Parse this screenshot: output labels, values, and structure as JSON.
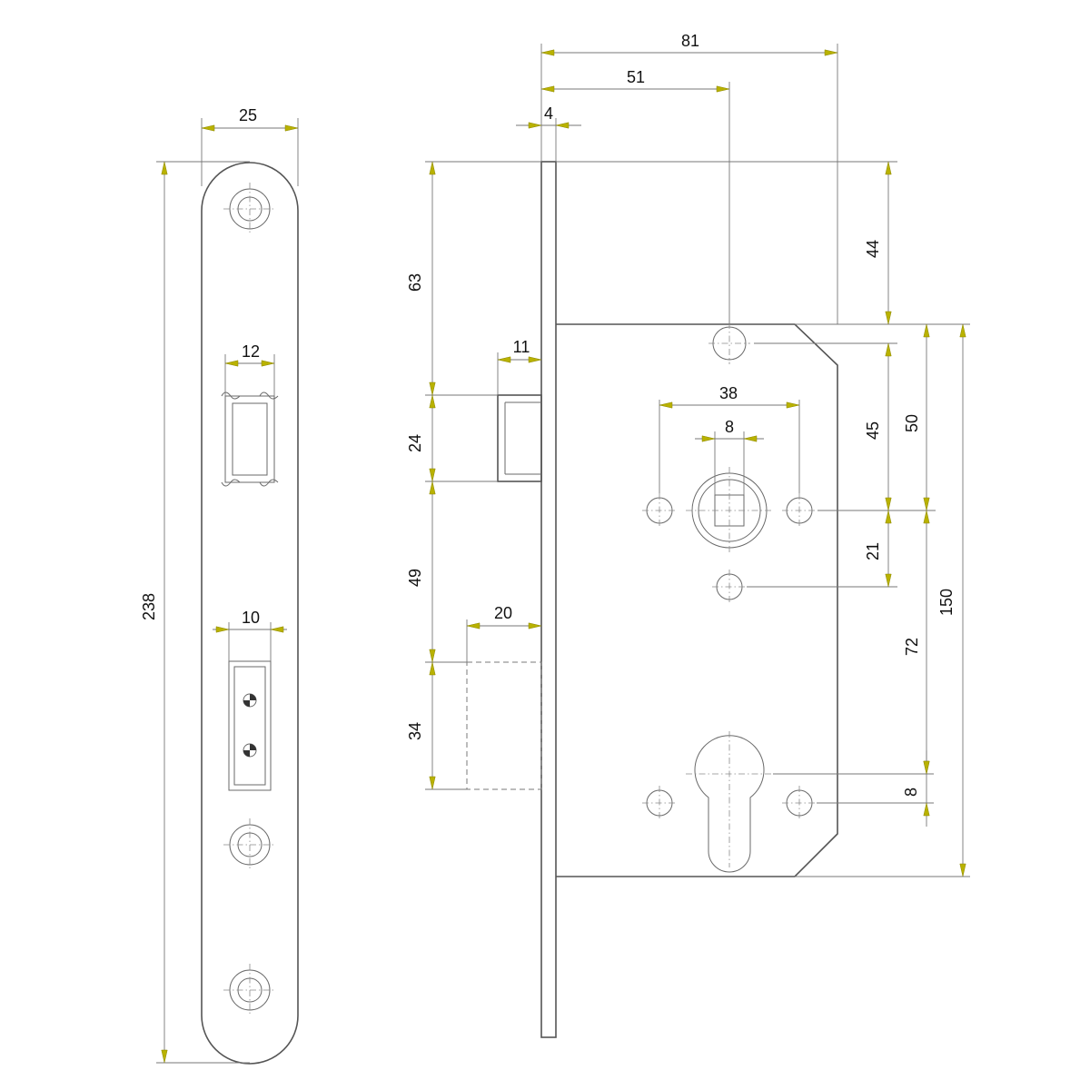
{
  "dimensions": {
    "faceplate_width": "25",
    "faceplate_length": "238",
    "latch_opening_width": "12",
    "bolt_opening_width": "10",
    "case_depth": "81",
    "backset": "51",
    "faceplate_thickness": "4",
    "latch_projection": "11",
    "bolt_projection": "20",
    "top_to_latch": "63",
    "latch_height": "24",
    "latch_to_bolt": "49",
    "bolt_height": "34",
    "top_to_case": "44",
    "hole_to_spindle": "45",
    "case_to_spindle": "50",
    "spindle_to_hole": "21",
    "case_height": "150",
    "spindle_to_cylinder": "72",
    "cylinder_offset": "8",
    "fixing_hole_spacing": "38",
    "spindle_square": "8"
  },
  "colors": {
    "line": "#555555",
    "arrow": "#b9b200",
    "text": "#111111"
  }
}
